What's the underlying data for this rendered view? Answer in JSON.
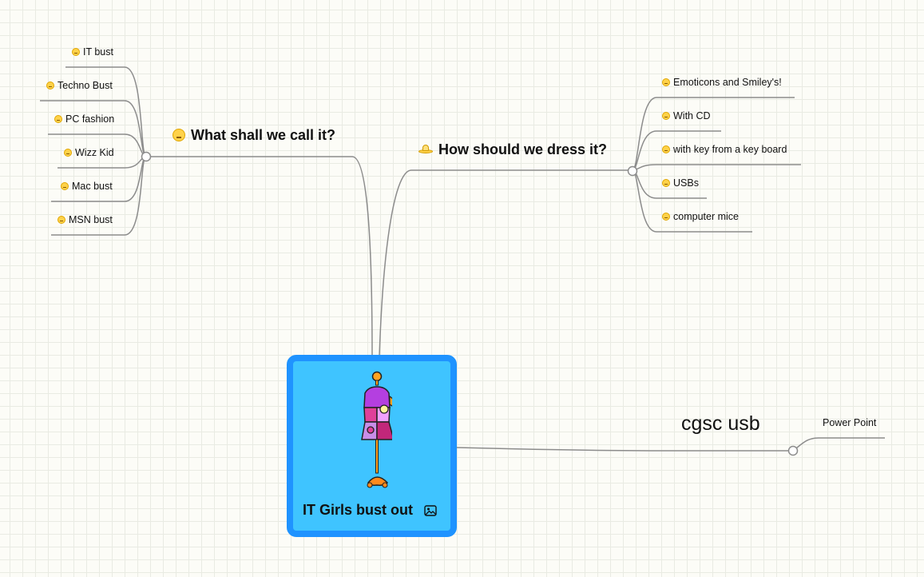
{
  "central_topic": {
    "title": "IT Girls bust out",
    "image_icon": "image-icon",
    "picture": "dress-form-mannequin"
  },
  "branches": [
    {
      "key": "names",
      "title": "What shall we call it?",
      "icon": "smiley-icon",
      "children": [
        "IT bust",
        "Techno Bust",
        "PC fashion",
        "Wizz Kid",
        "Mac bust",
        "MSN bust"
      ]
    },
    {
      "key": "dress",
      "title": "How should we dress it?",
      "icon": "hat-icon",
      "children": [
        "Emoticons and Smiley's!",
        "With CD",
        "with key from a key board",
        "USBs",
        "computer mice"
      ]
    }
  ],
  "floating_topic": {
    "title": "cgsc usb",
    "children": [
      "Power Point"
    ]
  },
  "colors": {
    "canvas": "#fcfcf7",
    "grid": "#e9ebe3",
    "central_fill": "#3fc4ff",
    "central_border": "#1f93ff",
    "line": "#8c8c8c"
  }
}
